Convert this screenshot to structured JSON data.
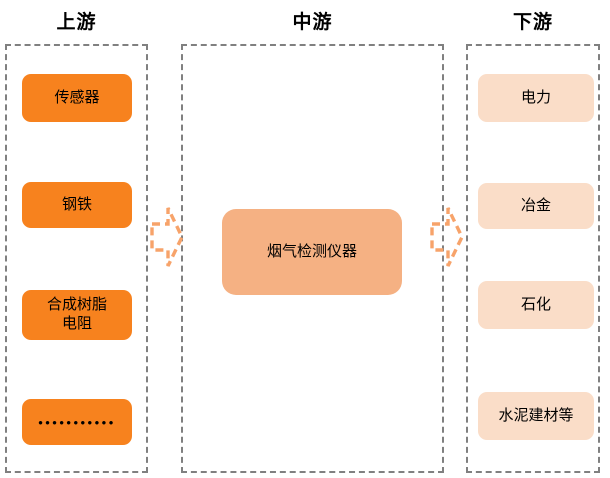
{
  "diagram": {
    "title_upstream": "上游",
    "title_midstream": "中游",
    "title_downstream": "下游",
    "accent_color": "#F7821E",
    "upstream_chip_color": "#F7821E",
    "midstream_chip_color": "#F5B183",
    "downstream_chip_color": "#FADDC8",
    "container_border_color": "#808080",
    "upstream": {
      "items": [
        {
          "label": "传感器"
        },
        {
          "label": "钢铁"
        },
        {
          "label": "合成树脂\n电阻",
          "line1": "合成树脂",
          "line2": "电阻"
        },
        {
          "label": "…………",
          "dots": "•••••••••••"
        }
      ]
    },
    "midstream": {
      "items": [
        {
          "label": "烟气检测仪器"
        }
      ]
    },
    "downstream": {
      "items": [
        {
          "label": "电力"
        },
        {
          "label": "冶金"
        },
        {
          "label": "石化"
        },
        {
          "label": "水泥建材等"
        }
      ]
    },
    "arrows": [
      {
        "name": "upstream-to-midstream",
        "direction": "right"
      },
      {
        "name": "midstream-to-downstream",
        "direction": "right"
      }
    ]
  }
}
